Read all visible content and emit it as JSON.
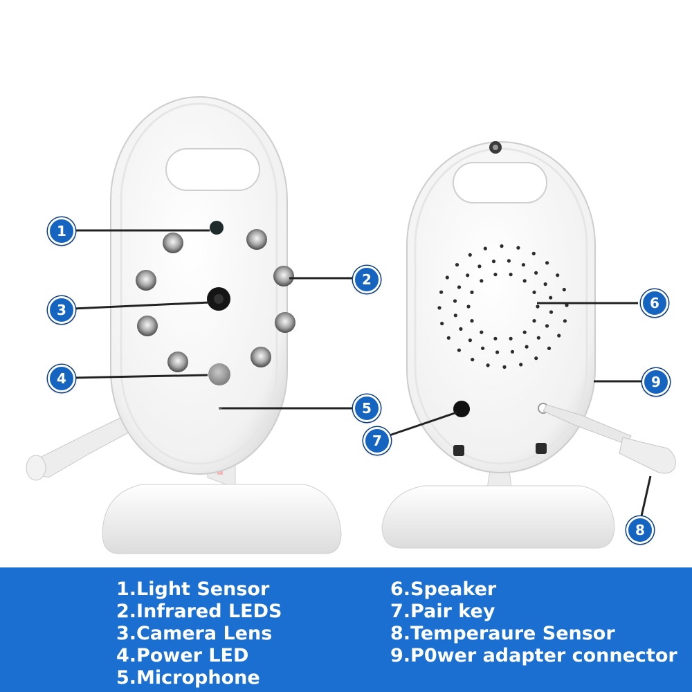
{
  "callouts": [
    "1",
    "2",
    "3",
    "4",
    "5",
    "6",
    "7",
    "8",
    "9"
  ],
  "legend": {
    "left": [
      "1.Light Sensor",
      "2.Infrared LEDS",
      "3.Camera Lens",
      "4.Power LED",
      "5.Microphone"
    ],
    "right": [
      "6.Speaker",
      "7.Pair key",
      "8.Temperaure Sensor",
      "9.P0wer adapter connector"
    ]
  },
  "colors": {
    "badge": "#1565c0",
    "legend_bg": "#1a6fd0",
    "device": "#f4f4f4"
  }
}
